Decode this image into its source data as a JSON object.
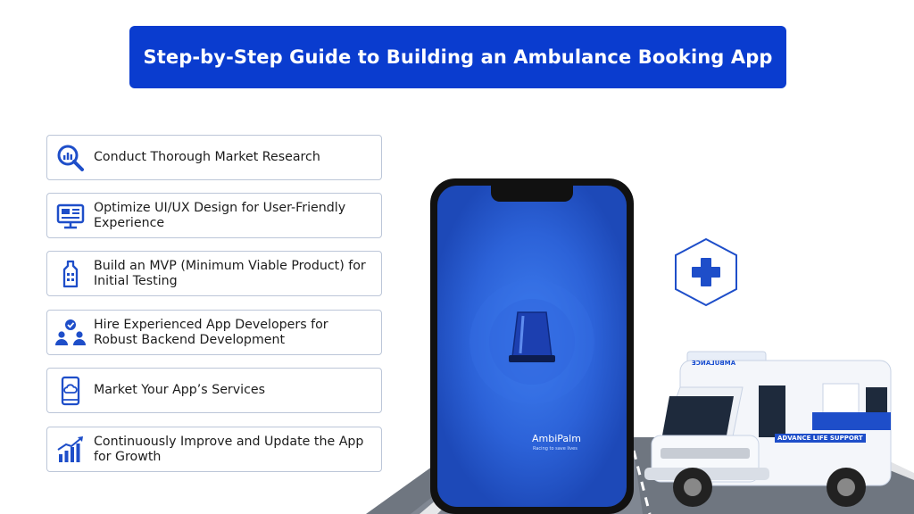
{
  "title": "Step-by-Step Guide to Building an Ambulance Booking App",
  "steps": [
    {
      "label": "Conduct Thorough Market Research",
      "icon": "market-research-icon"
    },
    {
      "label": "Optimize UI/UX Design for User-Friendly Experience",
      "icon": "ui-ux-design-icon"
    },
    {
      "label": "Build an MVP (Minimum Viable Product) for Initial Testing",
      "icon": "mvp-icon"
    },
    {
      "label": "Hire Experienced App Developers for Robust Backend Development",
      "icon": "developers-icon"
    },
    {
      "label": "Market Your App’s Services",
      "icon": "marketing-icon"
    },
    {
      "label": "Continuously Improve and Update the App for Growth",
      "icon": "growth-chart-icon"
    }
  ],
  "phone": {
    "brand": "AmbiPalm",
    "tagline": "Racing to save lives"
  },
  "ambulance": {
    "roof_text": "AMBULANCE",
    "side_text": "ADVANCE LIFE SUPPORT"
  },
  "colors": {
    "primary": "#0a3ccf",
    "border": "#bcc6d8",
    "icon": "#1e4ec9"
  }
}
